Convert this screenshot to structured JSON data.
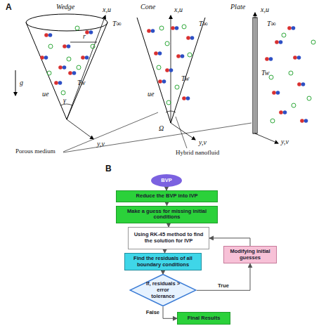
{
  "diagram": {
    "nodes": [
      {
        "text": [
          "BVP"
        ]
      },
      {
        "text": [
          "Reduce the BVP into IVP"
        ]
      },
      {
        "text": [
          "Make a guess for missing initial conditions"
        ]
      },
      {
        "text": [
          "Using RK-45 method to find the solution for IVP"
        ]
      },
      {
        "text": [
          "Find the residuals of all boundary conditions"
        ]
      },
      {
        "text": [
          "Modifying initial guesses"
        ]
      },
      {
        "text": [
          "If, residuals > error tolerance"
        ]
      },
      {
        "text": [
          "Final Results"
        ]
      }
    ],
    "edges": [
      {
        "from": 0,
        "to": 1,
        "arrow": "to"
      },
      {
        "from": 1,
        "to": 2,
        "arrow": "to"
      },
      {
        "from": 2,
        "to": 3,
        "arrow": "to"
      },
      {
        "from": 3,
        "to": 4,
        "arrow": "to"
      },
      {
        "from": 4,
        "to": 6,
        "arrow": "to"
      },
      {
        "from": 6,
        "to": 5,
        "label": "True",
        "arrow": "to"
      },
      {
        "from": 5,
        "to": 3,
        "arrow": "to"
      },
      {
        "from": 6,
        "to": 7,
        "label": "False",
        "arrow": "to"
      }
    ],
    "labels": [
      "A",
      "Wedge",
      "Cone",
      "Plate",
      "x,u",
      "T∞",
      "r",
      "g",
      "γ",
      "Tw",
      "ue",
      "y,v",
      "x,u",
      "T∞",
      "Tw",
      "ue",
      "Ω",
      "y,v",
      "x,u",
      "T∞",
      "Tw",
      "y,v",
      "Porous medium",
      "Hybrid nanofluid",
      "B"
    ]
  }
}
